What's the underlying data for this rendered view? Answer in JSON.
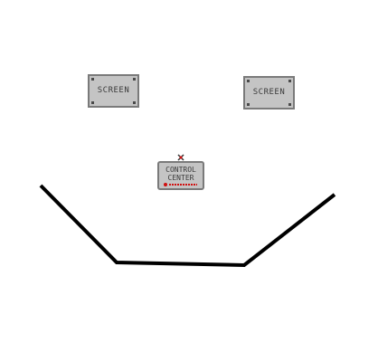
{
  "devices": {
    "screen_left": {
      "label": "SCREEN"
    },
    "screen_right": {
      "label": "SCREEN"
    },
    "control_center": {
      "line1": "CONTROL",
      "line2": "CENTER"
    }
  },
  "colors": {
    "device_fill": "#c4c4c4",
    "device_border": "#7a7a7a",
    "wall": "#000000",
    "indicator": "#d01010"
  },
  "icons": {
    "control_center_antenna": "antenna-icon",
    "control_center_indicator": "indicator-light-icon"
  }
}
